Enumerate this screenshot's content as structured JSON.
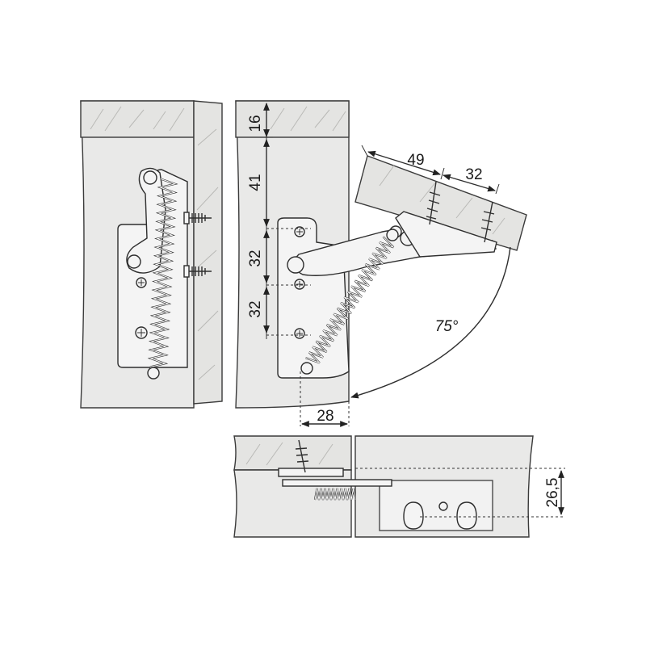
{
  "dimensions": {
    "d16": "16",
    "d41": "41",
    "d32a": "32",
    "d32b": "32",
    "d28": "28",
    "d49": "49",
    "d32c": "32",
    "angle": "75°",
    "d26_5": "26,5"
  },
  "colors": {
    "panel": "#e9e9e8",
    "wood": "#e4e4e2",
    "metal": "#f4f4f4",
    "line": "#2e2e2e"
  }
}
